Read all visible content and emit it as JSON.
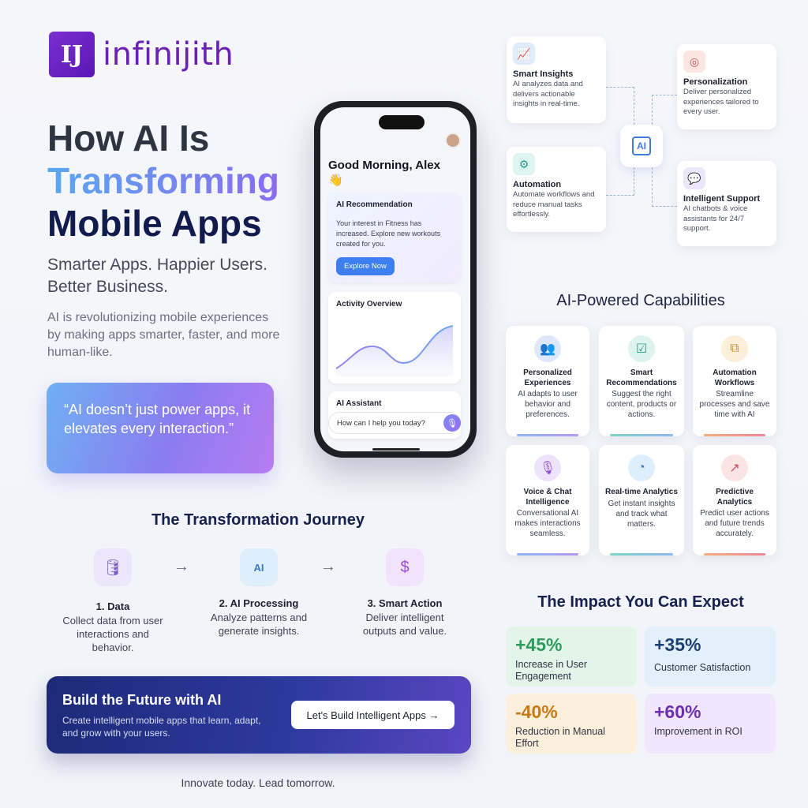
{
  "brand": {
    "logo_mark": "IJ",
    "name": "infinijith"
  },
  "hero": {
    "title_line1": "How AI Is",
    "title_line2": "Transforming",
    "title_line3": "Mobile Apps",
    "tagline": "Smarter Apps. Happier Users. Better Business.",
    "description": "AI is revolutionizing mobile experiences by making apps smarter, faster, and more human-like.",
    "quote": "“AI doesn’t just power apps, it elevates every interaction.”"
  },
  "phone": {
    "greeting": "Good Morning, Alex 👋",
    "recommendation": {
      "title": "AI Recommendation",
      "body": "Your interest in Fitness has increased. Explore new workouts created for you.",
      "button": "Explore Now"
    },
    "activity": {
      "title": "Activity Overview"
    },
    "assistant": {
      "title": "AI Assistant",
      "placeholder": "How can I help you today?"
    }
  },
  "features": [
    {
      "title": "Smart Insights",
      "desc": "AI analyzes data and delivers actionable insights in real-time.",
      "icon": "chart-line-icon"
    },
    {
      "title": "Personalization",
      "desc": "Deliver personalized experiences tailored to every user.",
      "icon": "target-icon"
    },
    {
      "title": "Automation",
      "desc": "Automate workflows and reduce manual tasks effortlessly.",
      "icon": "gear-icon"
    },
    {
      "title": "Intelligent Support",
      "desc": "AI chatbots & voice assistants for 24/7 support.",
      "icon": "chat-icon"
    }
  ],
  "ai_chip": "AI",
  "capabilities": {
    "title": "AI-Powered Capabilities",
    "items": [
      {
        "title": "Personalized Experiences",
        "desc": "AI adapts to user behavior and preferences.",
        "icon": "users-icon",
        "color": "#dfe7fb"
      },
      {
        "title": "Smart Recommendations",
        "desc": "Suggest the right content, products or actions.",
        "icon": "checkbox-icon",
        "color": "#dcf3ee"
      },
      {
        "title": "Automation Workflows",
        "desc": "Streamline processes and save time with AI",
        "icon": "workflow-icon",
        "color": "#fbefd9"
      },
      {
        "title": "Voice & Chat Intelligence",
        "desc": "Conversational AI makes interactions seamless.",
        "icon": "microphone-icon",
        "color": "#efe3fb"
      },
      {
        "title": "Real-time Analytics",
        "desc": "Get instant insights and track what matters.",
        "icon": "pie-chart-icon",
        "color": "#dfeefb"
      },
      {
        "title": "Predictive Analytics",
        "desc": "Predict user actions and future trends accurately.",
        "icon": "trend-up-icon",
        "color": "#fbe4e4"
      }
    ]
  },
  "journey": {
    "title": "The Transformation Journey",
    "steps": [
      {
        "title": "1. Data",
        "desc": "Collect data from user interactions and behavior.",
        "icon": "database-icon"
      },
      {
        "title": "2. AI Processing",
        "desc": "Analyze patterns and generate insights.",
        "icon": "ai-chip-icon"
      },
      {
        "title": "3. Smart Action",
        "desc": "Deliver intelligent outputs and value.",
        "icon": "hand-money-icon"
      }
    ],
    "arrow": "→"
  },
  "cta": {
    "title": "Build the Future with AI",
    "desc": "Create intelligent mobile apps that learn, adapt, and grow with your users.",
    "button": "Let's Build Intelligent Apps →"
  },
  "footer": "Innovate today. Lead tomorrow.",
  "impact": {
    "title": "The Impact You Can Expect",
    "items": [
      {
        "value": "+45%",
        "label": "Increase in User Engagement",
        "color": "#2f9a5e",
        "bg": "#e2f5e8"
      },
      {
        "value": "+35%",
        "label": "Customer Satisfaction",
        "color": "#1d3f73",
        "bg": "#e3effb"
      },
      {
        "value": "-40%",
        "label": "Reduction in Manual Effort",
        "color": "#c87a16",
        "bg": "#fcefdc"
      },
      {
        "value": "+60%",
        "label": "Improvement in ROI",
        "color": "#6c2fb0",
        "bg": "#f1e6fb"
      }
    ]
  }
}
